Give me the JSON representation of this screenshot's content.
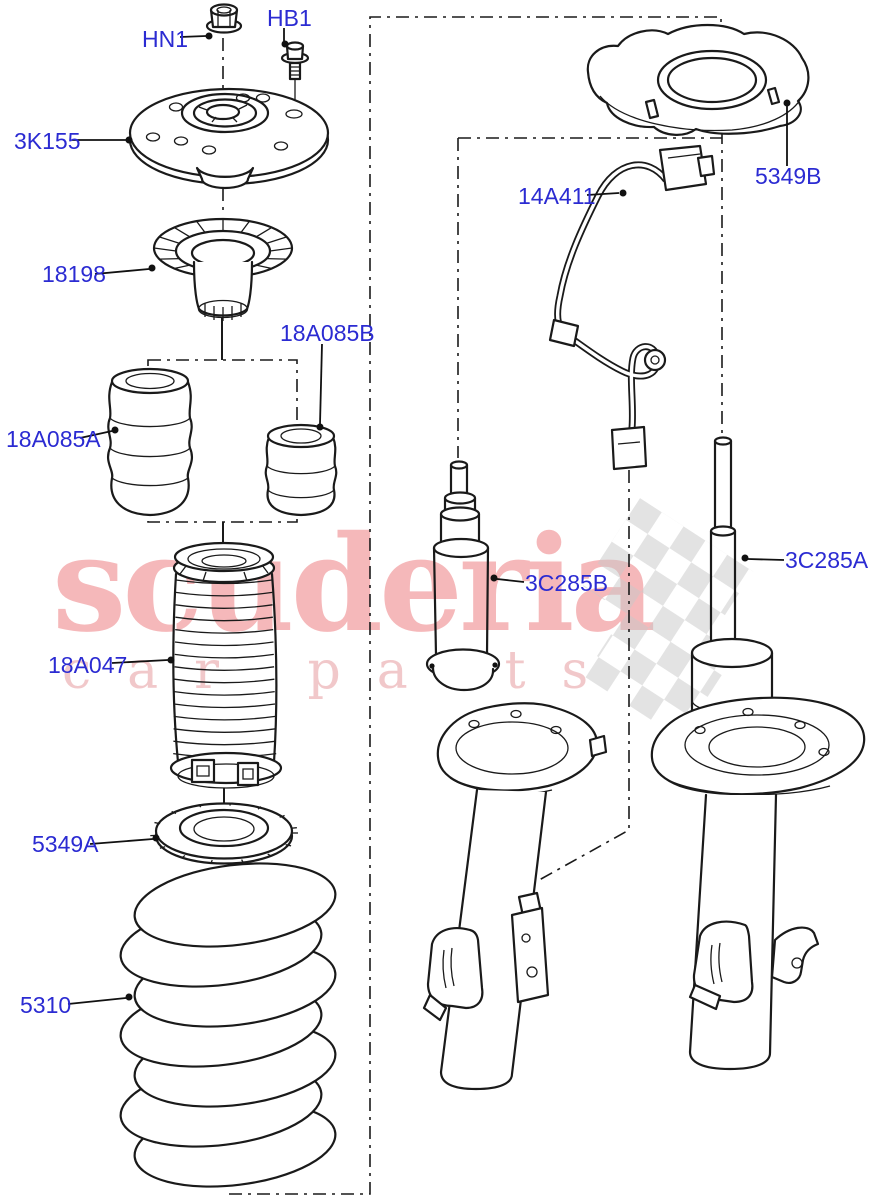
{
  "watermark": {
    "brand": "scuderia",
    "tagline": "car parts"
  },
  "labels": {
    "p_hn1": "HN1",
    "p_hb1": "HB1",
    "p_3k155": "3K155",
    "p_18198": "18198",
    "p_18a085b": "18A085B",
    "p_18a085a": "18A085A",
    "p_18a047": "18A047",
    "p_5349a": "5349A",
    "p_5310": "5310",
    "p_14a411": "14A411",
    "p_5349b": "5349B",
    "p_3c285b": "3C285B",
    "p_3c285a": "3C285A"
  },
  "colors": {
    "label_blue": "#2b2bd2",
    "line_black": "#1a1a1a",
    "watermark_red": "#e9575c",
    "watermark_pink": "#f1c6c8",
    "flag_grey": "#c9c9c9",
    "background": "#ffffff"
  }
}
